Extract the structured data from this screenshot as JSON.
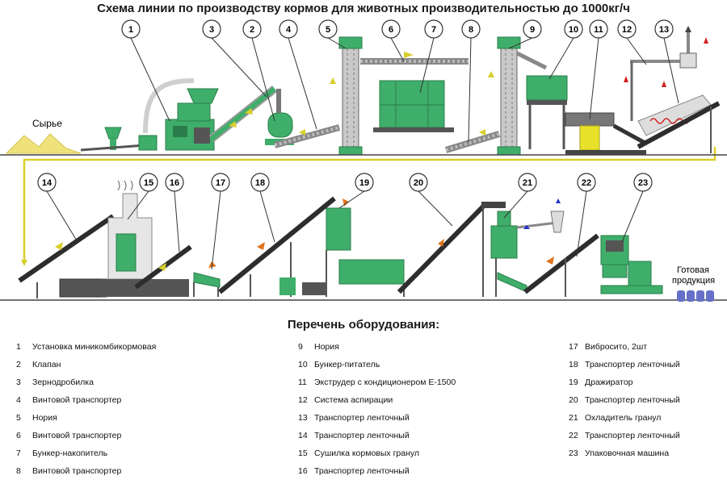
{
  "title": "Схема линии по производству кормов для животных производительностью до 1000кг/ч",
  "labels": {
    "raw": "Сырье",
    "finished_line1": "Готовая",
    "finished_line2": "продукция"
  },
  "callouts": [
    "1",
    "3",
    "2",
    "4",
    "5",
    "6",
    "7",
    "8",
    "9",
    "10",
    "11",
    "12",
    "13",
    "14",
    "15",
    "16",
    "17",
    "18",
    "19",
    "20",
    "21",
    "22",
    "23"
  ],
  "equipment_title": "Перечень оборудования:",
  "equipment": [
    {
      "num": "1",
      "name": "Установка миникомбикормовая"
    },
    {
      "num": "2",
      "name": "Клапан"
    },
    {
      "num": "3",
      "name": "Зернодробилка"
    },
    {
      "num": "4",
      "name": "Винтовой транспортер"
    },
    {
      "num": "5",
      "name": "Нория"
    },
    {
      "num": "6",
      "name": "Винтовой транспортер"
    },
    {
      "num": "7",
      "name": "Бункер-накопитель"
    },
    {
      "num": "8",
      "name": "Винтовой транспортер"
    },
    {
      "num": "9",
      "name": "Нория"
    },
    {
      "num": "10",
      "name": "Бункер-питатель"
    },
    {
      "num": "11",
      "name": "Экструдер с кондиционером Е-1500"
    },
    {
      "num": "12",
      "name": "Система аспирации"
    },
    {
      "num": "13",
      "name": "Транспортер ленточный"
    },
    {
      "num": "14",
      "name": "Транспортер ленточный"
    },
    {
      "num": "15",
      "name": "Сушилка кормовых гранул"
    },
    {
      "num": "16",
      "name": "Транспортер ленточный"
    },
    {
      "num": "17",
      "name": "Вибросито, 2шт"
    },
    {
      "num": "18",
      "name": "Транспортер ленточный"
    },
    {
      "num": "19",
      "name": "Дражиратор"
    },
    {
      "num": "20",
      "name": "Транспортер ленточный"
    },
    {
      "num": "21",
      "name": "Охладитель гранул"
    },
    {
      "num": "22",
      "name": "Транспортер ленточный"
    },
    {
      "num": "23",
      "name": "Упаковочная машина"
    }
  ],
  "colors": {
    "machine": "#3fae6a",
    "machine_dark": "#2a7d4a",
    "frame": "#555555",
    "conveyor": "#2d2d2d",
    "arrow_orange": "#e0741c",
    "arrow_yellow": "#d8cf2a",
    "pile": "#efe27a",
    "arrow_red": "#d42020",
    "arrow_blue": "#2233cc",
    "bags": "#6670c8"
  }
}
